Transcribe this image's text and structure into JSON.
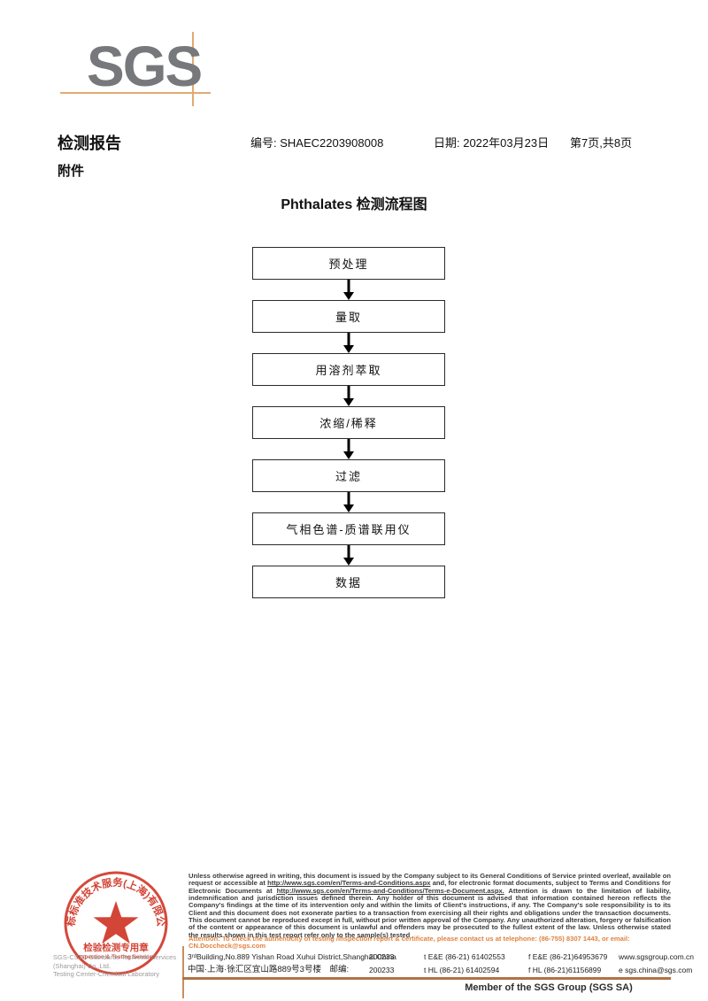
{
  "logo": {
    "text": "SGS"
  },
  "header": {
    "report_title": "检测报告",
    "number_label": "编号: SHAEC2203908008",
    "date_label": "日期: 2022年03月23日",
    "page_label": "第7页,共8页",
    "attachment_label": "附件"
  },
  "flowchart": {
    "title": "Phthalates 检测流程图",
    "steps": [
      "预处理",
      "量取",
      "用溶剂萃取",
      "浓缩/稀释",
      "过滤",
      "气相色谱-质谱联用仪",
      "数据"
    ]
  },
  "stamp": {
    "ring_text": "通标标准技术服务(上海)有限公司",
    "inner_line1": "检验检测专用章",
    "inner_line2": "Inspection & Testing Services",
    "company_line1": "SGS-CSTC Standards Technical Services (Shanghai) Co.,Ltd.",
    "company_line2": "Testing Center-Chemical Laboratory"
  },
  "footer": {
    "legal": {
      "part1": "Unless otherwise agreed in writing, this document is issued by the Company subject to its General Conditions of Service printed overleaf, available on request or accessible at ",
      "url1": "http://www.sgs.com/en/Terms-and-Conditions.aspx",
      "part2": " and, for electronic format documents, subject to Terms and Conditions for Electronic Documents at ",
      "url2": "http://www.sgs.com/en/Terms-and-Conditions/Terms-e-Document.aspx.",
      "part3": " Attention is drawn to the limitation of liability, indemnification and jurisdiction issues defined therein. Any holder of this document is advised that information contained hereon reflects the Company's findings at the time of its intervention only and within the limits of Client's instructions, if any. The Company's sole responsibility is to its Client and this document does not exonerate parties to a transaction from exercising all their rights and obligations under the transaction documents. This document cannot be reproduced except in full, without prior written approval of the Company. Any unauthorized alteration, forgery or falsification of the content or appearance of this document is unlawful and offenders may be prosecuted to the fullest extent of the law. Unless otherwise stated the results shown in this test report refer only to the sample(s) tested ."
    },
    "attention": "Attention: To check the authenticity of testing /inspection report & certificate, please contact us at telephone: (86-755) 8307 1443, or email: CN.Doccheck@sgs.com",
    "address_en": "3ʳᵈBuilding,No.889 Yishan Road Xuhui District,Shanghai China",
    "postcode_en": "200233",
    "address_cn": "中国·上海·徐汇区宜山路889号3号楼　邮编:",
    "postcode_cn": "200233",
    "tel1": "t E&E (86-21) 61402553",
    "fax1": "f E&E (86-21)64953679",
    "web": "www.sgsgroup.com.cn",
    "tel2": "t HL (86-21) 61402594",
    "fax2": "f HL (86-21)61156899",
    "email": "e  sgs.china@sgs.com",
    "member_text": "Member of the SGS Group (SGS SA)"
  },
  "colors": {
    "logo_gray": "#77787b",
    "crosshair_tan": "#e3aa72",
    "stamp_red": "#cf3526",
    "attention_orange": "#e0823f",
    "footer_rule": "#b07346"
  }
}
